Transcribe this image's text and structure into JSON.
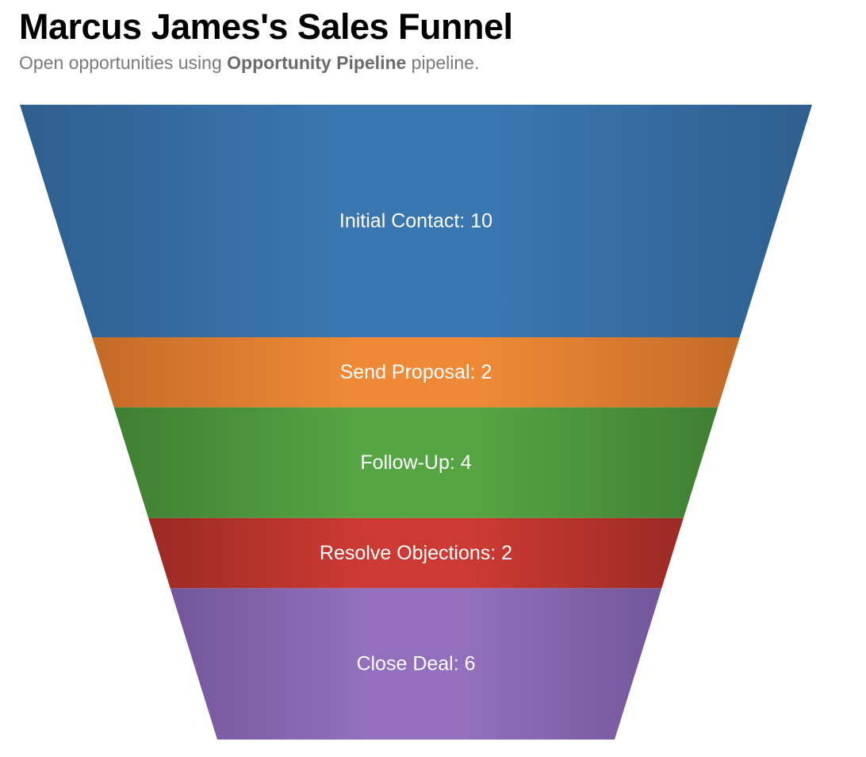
{
  "header": {
    "title": "Marcus James's Sales Funnel",
    "subtitle_prefix": "Open opportunities using ",
    "subtitle_pipeline": "Opportunity Pipeline",
    "subtitle_suffix": " pipeline."
  },
  "chart_data": {
    "type": "funnel",
    "title": "Marcus James's Sales Funnel",
    "subtitle": "Open opportunities using Opportunity Pipeline pipeline.",
    "stages": [
      {
        "name": "Initial Contact",
        "value": 10,
        "label": "Initial Contact: 10",
        "color": "#3a76b0",
        "edge_color": "#2f5f8f"
      },
      {
        "name": "Send Proposal",
        "value": 2,
        "label": "Send Proposal: 2",
        "color": "#ee8a37",
        "edge_color": "#c46a28"
      },
      {
        "name": "Follow-Up",
        "value": 4,
        "label": "Follow-Up: 4",
        "color": "#56a443",
        "edge_color": "#3f7f33"
      },
      {
        "name": "Resolve Objections",
        "value": 2,
        "label": "Resolve Objections: 2",
        "color": "#cc3b33",
        "edge_color": "#9c2a25"
      },
      {
        "name": "Close Deal",
        "value": 6,
        "label": "Close Deal: 6",
        "color": "#9270bd",
        "edge_color": "#73579a"
      }
    ]
  }
}
